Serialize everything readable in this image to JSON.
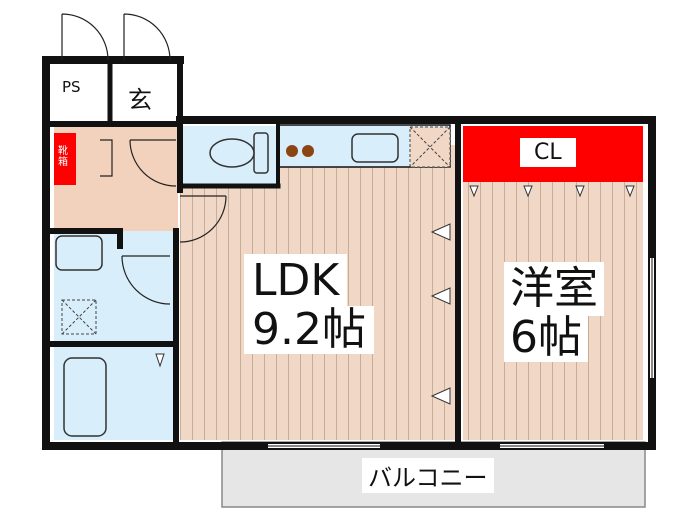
{
  "rooms": {
    "ldk": {
      "name": "LDK",
      "size": "9.2帖"
    },
    "western": {
      "name": "洋室",
      "size": "6帖"
    },
    "closet": {
      "label": "CL"
    },
    "entrance": {
      "label": "玄"
    },
    "pipe_space": {
      "label": "PS"
    },
    "shoe_box": {
      "label": "靴箱"
    },
    "balcony": {
      "label": "バルコニー"
    }
  },
  "colors": {
    "wall": "#111111",
    "floor_wood": "#f0d7c6",
    "floor_wood_line": "#c9ad9b",
    "wet_area": "#d8eefa",
    "entrance_floor": "#f3d2bd",
    "closet_red": "#ff0000",
    "balcony_gray": "#e6e6e6"
  }
}
